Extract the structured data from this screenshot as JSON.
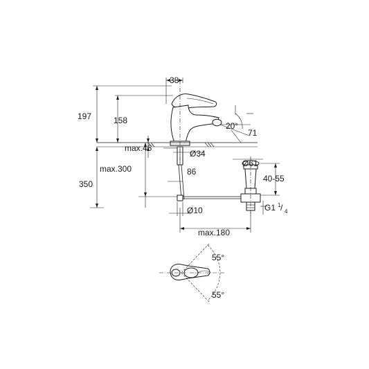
{
  "dimensions": {
    "d38": "38",
    "d197": "197",
    "d158": "158",
    "d20deg": "20°",
    "d71": "71",
    "max45": "max.45",
    "dia34": "Ø34",
    "dia61": "Ø61",
    "max300": "max.300",
    "d86": "86",
    "d40_55": "40-55",
    "d350": "350",
    "thread_g1": "G1",
    "thread_num": "1",
    "thread_den": "4",
    "dia10": "Ø10",
    "max180": "max.180",
    "top_angle": "55°",
    "bottom_angle": "55°"
  }
}
